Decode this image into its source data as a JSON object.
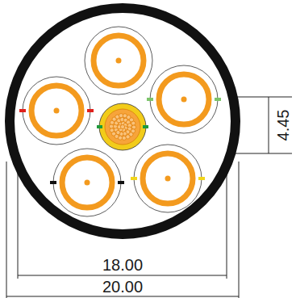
{
  "diagram": {
    "labels": [
      "4.45",
      "18.00",
      "20.00"
    ]
  }
}
